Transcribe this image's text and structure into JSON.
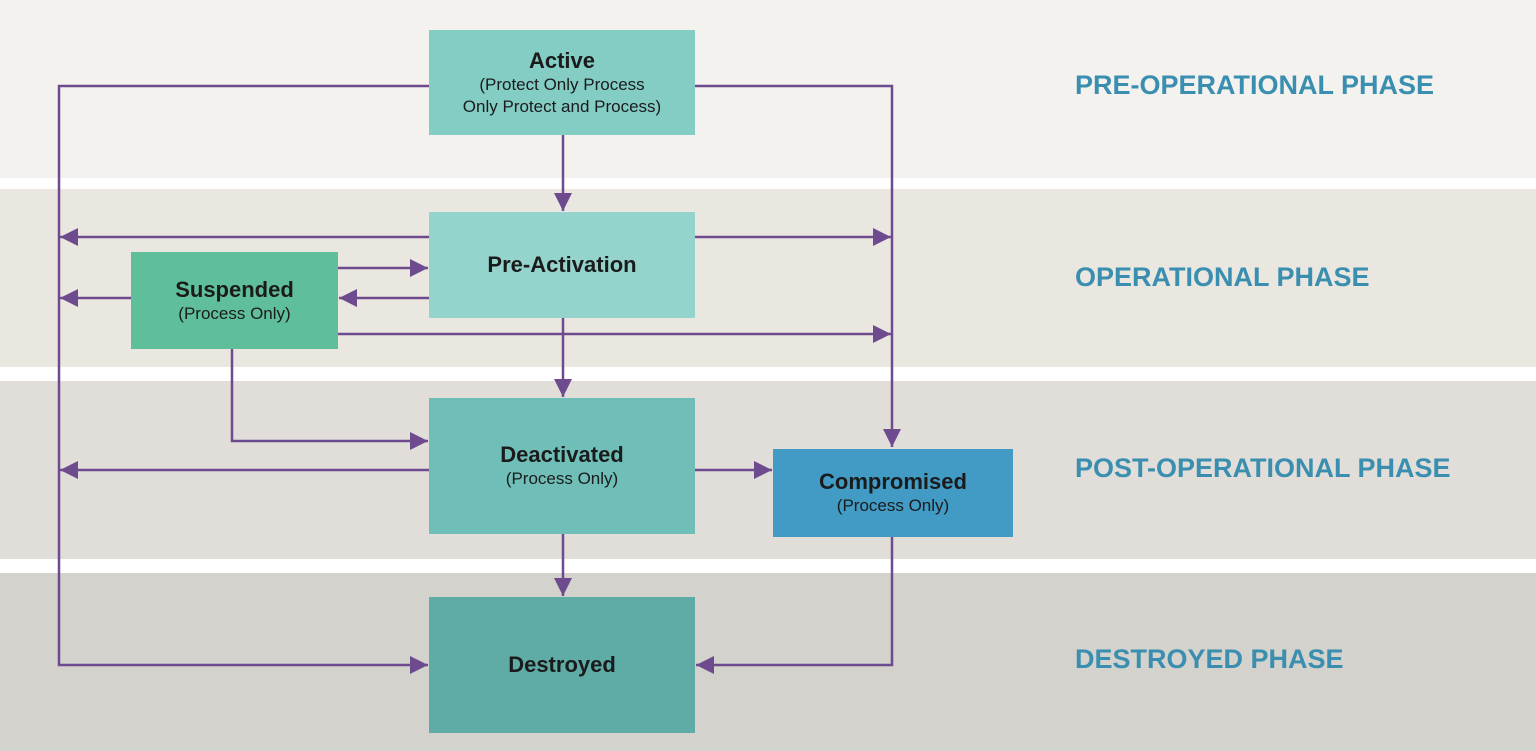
{
  "phases": [
    {
      "label": "PRE-OPERATIONAL PHASE"
    },
    {
      "label": "OPERATIONAL PHASE"
    },
    {
      "label": "POST-OPERATIONAL PHASE"
    },
    {
      "label": "DESTROYED PHASE"
    }
  ],
  "states": {
    "active": {
      "title": "Active",
      "sub_line1": "(Protect Only Process",
      "sub_line2": "Only Protect and Process)"
    },
    "pre_activation": {
      "title": "Pre-Activation"
    },
    "suspended": {
      "title": "Suspended",
      "sub": "(Process Only)"
    },
    "deactivated": {
      "title": "Deactivated",
      "sub": "(Process Only)"
    },
    "compromised": {
      "title": "Compromised",
      "sub": "(Process Only)"
    },
    "destroyed": {
      "title": "Destroyed"
    }
  },
  "colors": {
    "arrow": "#6e4b8e",
    "phase_label": "#3a8fb0",
    "active": "#84cdc5",
    "pre_activation": "#95d4cd",
    "suspended": "#60bf9b",
    "deactivated": "#6fbfb8",
    "compromised": "#429bc5",
    "destroyed": "#5eaca5"
  }
}
